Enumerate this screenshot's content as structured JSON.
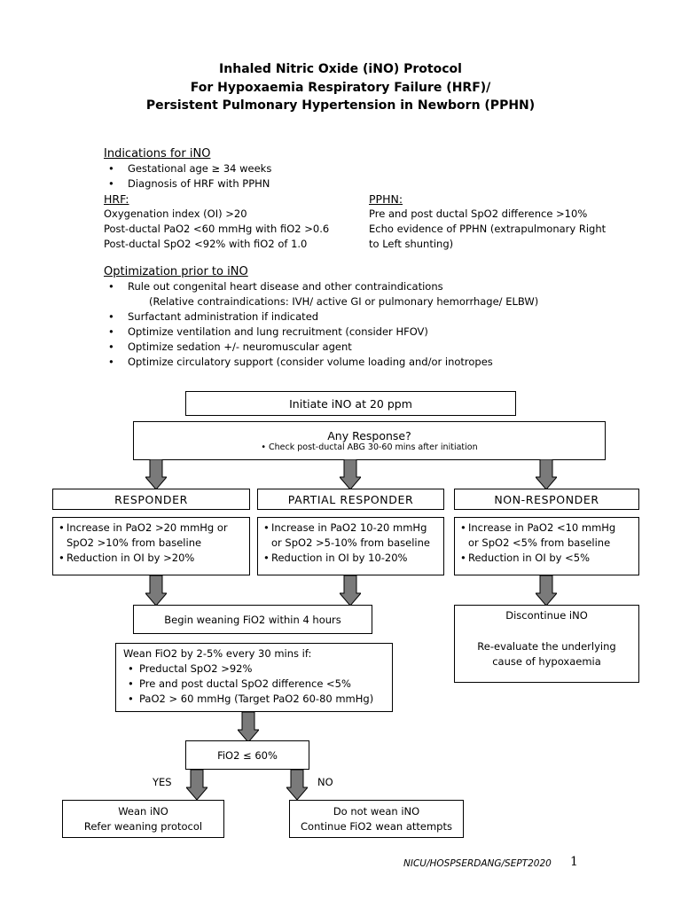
{
  "title": {
    "line1": "Inhaled Nitric Oxide (iNO) Protocol",
    "line2": "For Hypoxaemia Respiratory Failure (HRF)/",
    "line3": "Persistent Pulmonary Hypertension in Newborn (PPHN)"
  },
  "indications": {
    "heading": "Indications for iNO",
    "items": [
      "Gestational age ≥ 34 weeks",
      "Diagnosis of HRF with PPHN"
    ]
  },
  "hrf": {
    "heading": "HRF:",
    "lines": [
      "Oxygenation index (OI) >20",
      "Post-ductal PaO2 <60 mmHg with fiO2 >0.6",
      "Post-ductal SpO2 <92% with fiO2 of 1.0"
    ]
  },
  "pphn": {
    "heading": "PPHN:",
    "lines": [
      "Pre and post ductal SpO2 difference >10%",
      "Echo evidence of PPHN (extrapulmonary Right",
      "to Left shunting)"
    ]
  },
  "optimization": {
    "heading": "Optimization prior to iNO",
    "items": [
      "Rule out congenital heart disease and other contraindications",
      "(Relative contraindications: IVH/ active GI or pulmonary hemorrhage/ ELBW)",
      "Surfactant administration if indicated",
      "Optimize ventilation and lung recruitment (consider HFOV)",
      "Optimize sedation +/- neuromuscular agent",
      "Optimize circulatory support (consider volume loading and/or inotropes"
    ]
  },
  "flow": {
    "initiate": "Initiate iNO at 20 ppm",
    "any_response": "Any Response?",
    "check_abg": "• Check post-ductal ABG 30-60 mins after initiation",
    "responder": {
      "label": "RESPONDER",
      "b1a": "Increase in PaO2 >20 mmHg or",
      "b1b": "SpO2 >10% from baseline",
      "b2": "Reduction in OI by >20%"
    },
    "partial": {
      "label": "PARTIAL RESPONDER",
      "b1a": "Increase in PaO2 10-20 mmHg",
      "b1b": "or SpO2 >5-10% from baseline",
      "b2": "Reduction in OI by 10-20%"
    },
    "non": {
      "label": "NON-RESPONDER",
      "b1a": "Increase in PaO2 <10 mmHg",
      "b1b": "or SpO2 <5% from baseline",
      "b2": "Reduction in OI by <5%"
    },
    "begin_weaning": "Begin weaning FiO2 within 4 hours",
    "discontinue": "Discontinue iNO",
    "reevaluate1": "Re-evaluate the underlying",
    "reevaluate2": "cause of hypoxaemia",
    "wean_heading": "Wean FiO2 by 2-5% every 30 mins if:",
    "wean_items": [
      "Preductal SpO2 >92%",
      "Pre and post ductal SpO2 difference <5%",
      "PaO2 > 60 mmHg (Target PaO2 60-80 mmHg)"
    ],
    "fio2_check": "FiO2 ≤ 60%",
    "yes": "YES",
    "no": "NO",
    "wean_ino": "Wean iNO",
    "refer_weaning": "Refer weaning protocol",
    "do_not_wean": "Do not wean iNO",
    "continue_fio2": "Continue FiO2 wean attempts"
  },
  "footer": {
    "code": "NICU/HOSPSERDANG/SEPT2020",
    "page": "1"
  },
  "colors": {
    "arrow_fill": "#7a7a7a",
    "arrow_stroke": "#000000"
  }
}
